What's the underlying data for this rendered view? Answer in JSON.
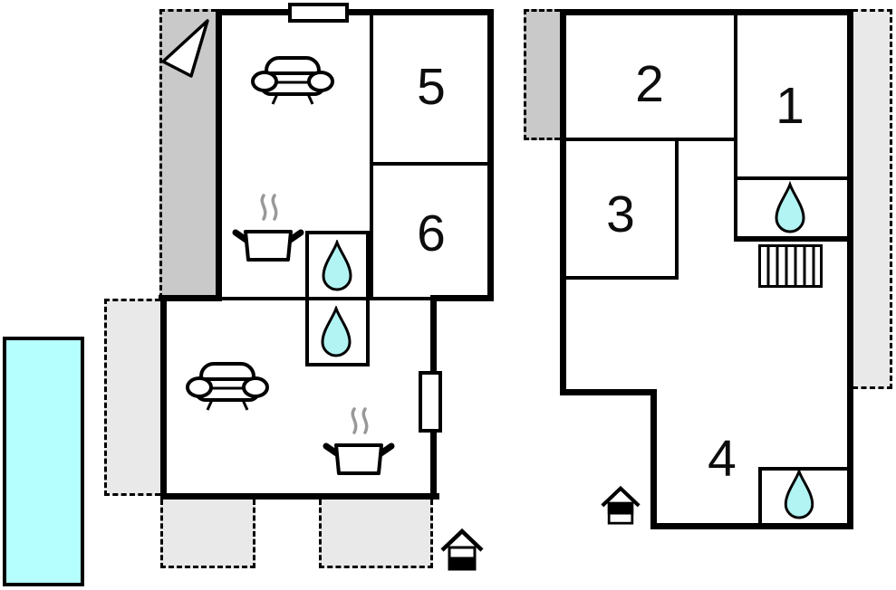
{
  "title": "Two-level holiday home floor plan",
  "colors": {
    "wall": "#000000",
    "dark_area": "#c9c9c9",
    "light_area": "#e9e9e9",
    "pool": "#b5ffff",
    "water": "#b2f3f3",
    "steam": "#999999"
  },
  "floor_left": {
    "rooms": [
      {
        "id": "room-5",
        "label": "5"
      },
      {
        "id": "room-6",
        "label": "6"
      }
    ],
    "features": [
      "north-arrow-icon",
      "window",
      "sofa-icon",
      "stove-pot-icon",
      "water-drop-icon",
      "water-drop-icon",
      "sofa-icon",
      "stove-pot-icon",
      "terrace",
      "terrace",
      "terrace",
      "swimming-pool",
      "well-icon"
    ]
  },
  "floor_right": {
    "rooms": [
      {
        "id": "room-1",
        "label": "1"
      },
      {
        "id": "room-2",
        "label": "2"
      },
      {
        "id": "room-3",
        "label": "3"
      },
      {
        "id": "room-4",
        "label": "4"
      }
    ],
    "features": [
      "water-drop-icon",
      "stairs-icon",
      "water-drop-icon",
      "well-icon",
      "terrace",
      "terrace"
    ]
  }
}
